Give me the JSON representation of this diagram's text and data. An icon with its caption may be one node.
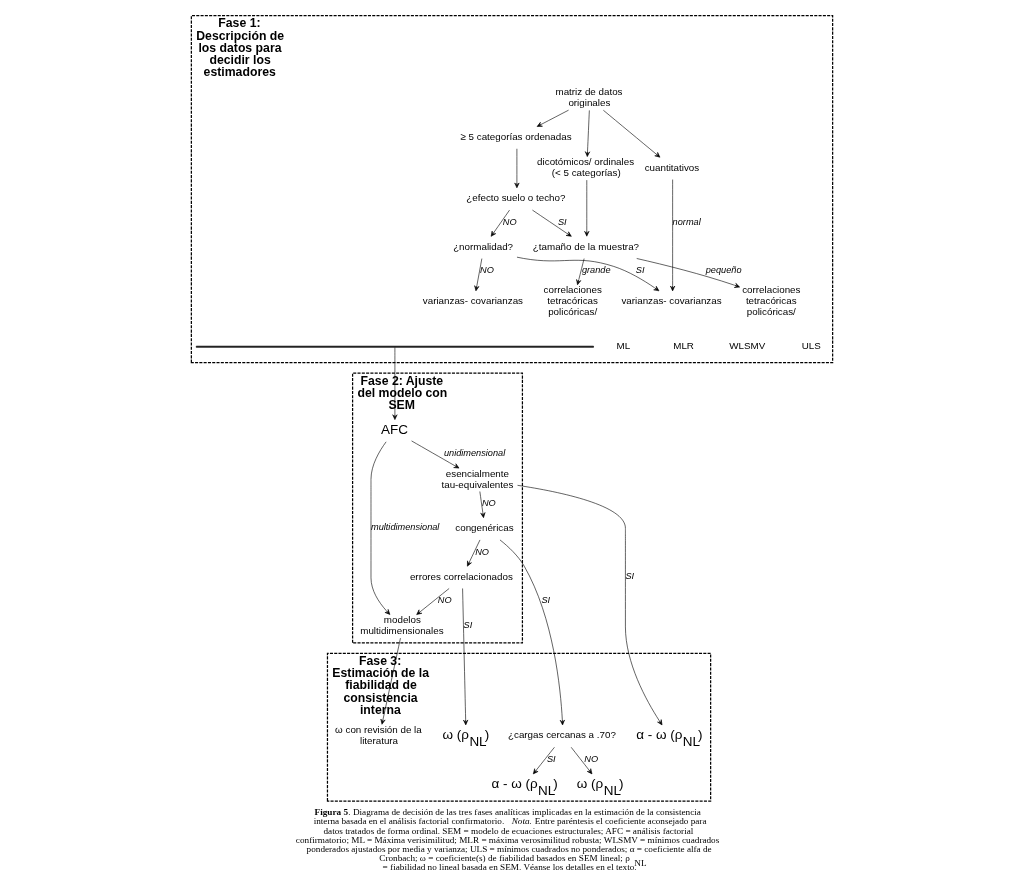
{
  "diagram": {
    "caption": "**Figura 5**. Diagrama de decisión de las tres fases analíticas implicadas en la estimación de la consistencia interna basada en el análisis factorial confirmatorio. *Nota.* Entre paréntesis el coeficiente aconsejado para datos tratados de forma ordinal. SEM = modelo de ecuaciones estructurales; AFC = análisis factorial confirmatorio; ML = Máxima verisimilitud; MLR = máxima verosimilitud robusta; WLSMV = mínimos cuadrados ponderados ajustados por media y varianza; ULS = mínimos cuadrados no ponderados; α = coeficiente alfa de Cronbach; ω = coeficiente(s) de fiabilidad basados en SEM lineal; ρ$_{NL}$ = fiabilidad no lineal basada en SEM. Véanse los detalles en el texto.",
    "nodes": [
      {
        "text": [
          "Fase 1: Descripción de los datos para decidir los estimadores"
        ]
      },
      {
        "text": [
          "matriz de datos originales"
        ],
        "in": 0
      },
      {
        "text": [
          "cuantitativos"
        ],
        "in": 0
      },
      {
        "text": [
          "≥ 5 categorías ordenadas"
        ],
        "in": 0
      },
      {
        "text": [
          "dicotómicos/ ordinales (< 5 categorías)"
        ],
        "in": 0
      },
      {
        "text": [
          "¿efecto suelo o techo?"
        ],
        "in": 0
      },
      {
        "text": [
          "¿normalidad?"
        ],
        "in": 0
      },
      {
        "text": [
          "¿tamaño de la muestra?"
        ],
        "in": 0
      },
      {
        "text": [
          "varianzas- covarianzas"
        ],
        "in": 0
      },
      {
        "text": [
          "varianzas- covarianzas"
        ],
        "in": 0
      },
      {
        "text": [
          "correlaciones tetracóricas policóricas/"
        ],
        "in": 0
      },
      {
        "text": [
          "correlaciones tetracóricas policóricas/"
        ],
        "in": 0
      },
      {
        "text": [],
        "shape": "bar",
        "in": 0
      },
      {
        "text": [
          "Fase 2: Ajuste del modelo con SEM"
        ]
      },
      {
        "text": [
          "AFC"
        ],
        "in": 13
      },
      {
        "text": [
          "esencialmente tau-equivalentes"
        ],
        "in": 13
      },
      {
        "text": [
          "congenéricas"
        ],
        "in": 13
      },
      {
        "text": [
          "errores correlacionados"
        ],
        "in": 13
      },
      {
        "text": [
          "modelos multidimensionales"
        ],
        "in": 13
      },
      {
        "text": [
          "Fase 3: Estimación de la fiabilidad de consistencia interna"
        ]
      },
      {
        "text": [
          "¿cargas cercanas a .70?"
        ],
        "in": 19
      },
      {
        "text": [
          "α - ω (ρ$_{NL}$)"
        ],
        "in": 19
      },
      {
        "text": [
          "α - ω (ρ$_{NL}$)"
        ],
        "in": 19
      },
      {
        "text": [
          "ω (ρ$_{NL}$)"
        ],
        "in": 19
      },
      {
        "text": [
          "ω (ρ$_{NL}$)"
        ],
        "in": 19
      },
      {
        "text": [
          "ω con revisión de la literatura"
        ],
        "in": 19
      }
    ],
    "edges": [
      {
        "from": 1,
        "to": 2,
        "arrow": "to"
      },
      {
        "from": 1,
        "to": 3,
        "arrow": "to"
      },
      {
        "from": 1,
        "to": 4,
        "arrow": "to"
      },
      {
        "from": 3,
        "to": 5,
        "arrow": "to"
      },
      {
        "from": 5,
        "to": 6,
        "label": "NO",
        "arrow": "to"
      },
      {
        "from": 5,
        "to": 7,
        "label": "SI",
        "arrow": "to"
      },
      {
        "from": 4,
        "to": 7,
        "arrow": "to"
      },
      {
        "from": 2,
        "to": 8,
        "label": "normal",
        "arrow": "to"
      },
      {
        "from": 6,
        "to": 8,
        "label": "SI",
        "arrow": "to"
      },
      {
        "from": 6,
        "to": 9,
        "label": "NO",
        "arrow": "to"
      },
      {
        "from": 7,
        "to": 10,
        "label": "grande",
        "arrow": "to"
      },
      {
        "from": 7,
        "to": 11,
        "label": "pequeño",
        "arrow": "to"
      },
      {
        "from": 12,
        "to": 14,
        "arrow": "to"
      },
      {
        "from": 14,
        "to": 15,
        "label": "unidimensional",
        "arrow": "to"
      },
      {
        "from": 14,
        "to": 18,
        "label": "multidimensional",
        "arrow": "to"
      },
      {
        "from": 15,
        "to": 16,
        "label": "NO",
        "arrow": "to"
      },
      {
        "from": 16,
        "to": 17,
        "label": "NO",
        "arrow": "to"
      },
      {
        "from": 17,
        "to": 18,
        "label": "NO",
        "arrow": "to"
      },
      {
        "from": 15,
        "to": 21,
        "label": "SI",
        "arrow": "to"
      },
      {
        "from": 16,
        "to": 20,
        "label": "SI",
        "arrow": "to"
      },
      {
        "from": 20,
        "to": 22,
        "label": "SI",
        "arrow": "to"
      },
      {
        "from": 20,
        "to": 23,
        "label": "NO",
        "arrow": "to"
      },
      {
        "from": 17,
        "to": 24,
        "label": "SI",
        "arrow": "to"
      },
      {
        "from": 18,
        "to": 25,
        "arrow": "to"
      }
    ],
    "labels": [
      "ML",
      "MLR",
      "WLSMV",
      "ULS"
    ]
  }
}
